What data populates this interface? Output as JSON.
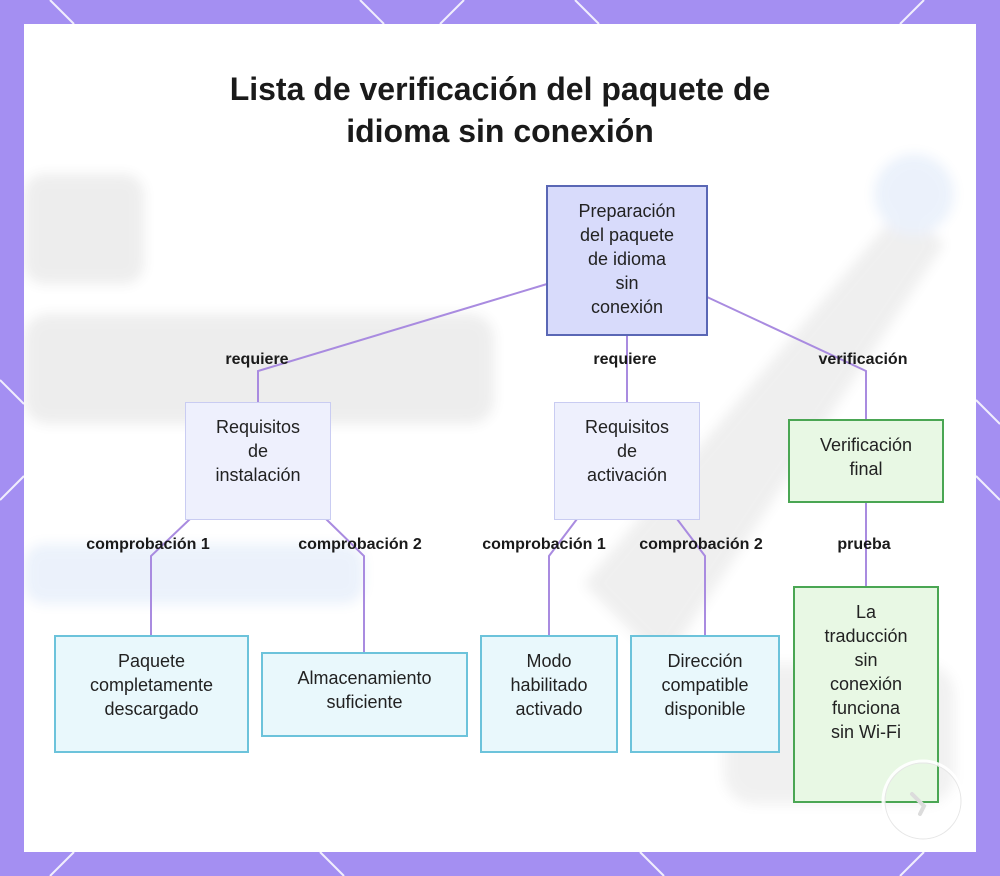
{
  "title": {
    "line1": "Lista de verificación del paquete de",
    "line2": "idioma sin conexión"
  },
  "nodes": {
    "root": "Preparación\ndel paquete\nde idioma\nsin\nconexión",
    "install": "Requisitos\nde\ninstalación",
    "activation": "Requisitos\nde\nactivación",
    "final_check": "Verificación\nfinal",
    "downloaded": "Paquete\ncompletamente\ndescargado",
    "storage": "Almacenamiento\nsuficiente",
    "mode": "Modo\nhabilitado\nactivado",
    "direction": "Dirección\ncompatible\ndisponible",
    "offline_works": "La\ntraducción\nsin\nconexión\nfunciona\nsin Wi-Fi"
  },
  "edges": {
    "root_install": "requiere",
    "root_activation": "requiere",
    "root_final": "verificación",
    "install_downloaded": "comprobación 1",
    "install_storage": "comprobación 2",
    "activation_mode": "comprobación 1",
    "activation_direction": "comprobación 2",
    "final_offline": "prueba"
  },
  "colors": {
    "frame": "#a48ff2",
    "edge": "#a98be0",
    "root_fill": "#d8dbfb",
    "requirement_fill": "#eef0fd",
    "check_fill": "#e9f8fc",
    "final_fill": "#e8f8e4"
  }
}
